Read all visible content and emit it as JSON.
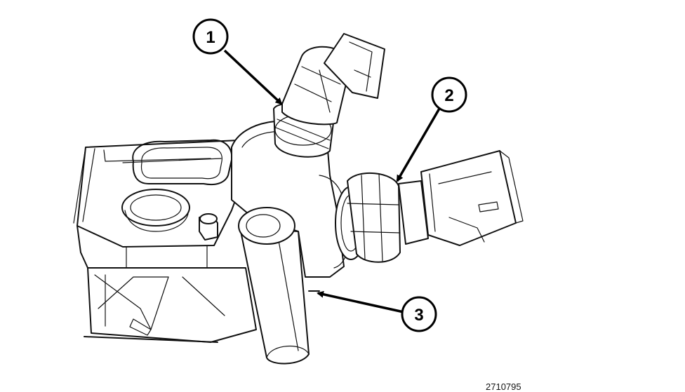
{
  "callouts": [
    {
      "label": "1"
    },
    {
      "label": "2"
    },
    {
      "label": "3"
    }
  ],
  "figure_id": "2710795"
}
